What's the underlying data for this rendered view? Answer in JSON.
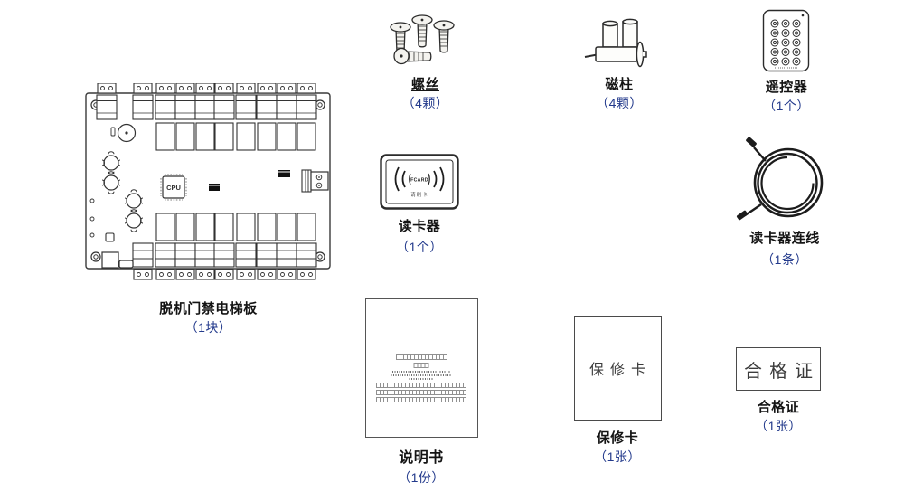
{
  "page": {
    "background": "#ffffff",
    "label_color": "#141414",
    "qty_color": "#233a8c",
    "line_color": "#333333"
  },
  "items": {
    "board": {
      "name": "脱机门禁电梯板",
      "qty": "（1块）",
      "cpu_label": "CPU"
    },
    "screws": {
      "name": "螺丝",
      "qty": "（4颗）"
    },
    "magnets": {
      "name": "磁柱",
      "qty": "（4颗）"
    },
    "remote": {
      "name": "遥控器",
      "qty": "（1个）"
    },
    "reader": {
      "name": "读卡器",
      "qty": "（1个）",
      "brand": "FCARD",
      "hint": "请刷卡"
    },
    "cable": {
      "name": "读卡器连线",
      "qty": "（1条）"
    },
    "manual": {
      "name": "说明书",
      "qty": "（1份）"
    },
    "warranty": {
      "name": "保修卡",
      "qty": "（1张）",
      "card_text": "保修卡"
    },
    "certificate": {
      "name": "合格证",
      "qty": "（1张）",
      "card_text": "合格证"
    }
  }
}
